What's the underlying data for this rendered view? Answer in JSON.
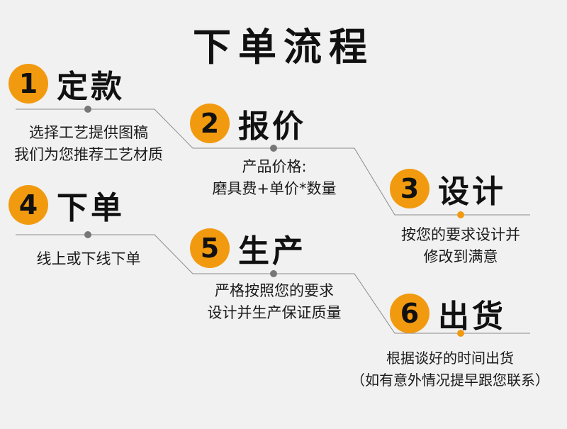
{
  "title": "下单流程",
  "steps": [
    {
      "num": "1",
      "title": "定款",
      "lines": [
        "选择工艺提供图稿",
        "我们为您推荐工艺材质"
      ]
    },
    {
      "num": "2",
      "title": "报价",
      "lines": [
        "产品价格:",
        "磨具费+单价*数量"
      ]
    },
    {
      "num": "3",
      "title": "设计",
      "lines": [
        "按您的要求设计并",
        "修改到满意"
      ]
    },
    {
      "num": "4",
      "title": "下单",
      "lines": [
        "线上或下线下单"
      ]
    },
    {
      "num": "5",
      "title": "生产",
      "lines": [
        "严格按照您的要求",
        "设计并生产保证质量"
      ]
    },
    {
      "num": "6",
      "title": "出货",
      "lines": [
        "根据谈好的时间出货",
        "（如有意外情况提早跟您联系）"
      ]
    }
  ],
  "colors": {
    "accent": "#f29a0f",
    "dot_gray": "#777777",
    "line_gray": "#8a8a8a",
    "background": "#f1f1f1"
  }
}
